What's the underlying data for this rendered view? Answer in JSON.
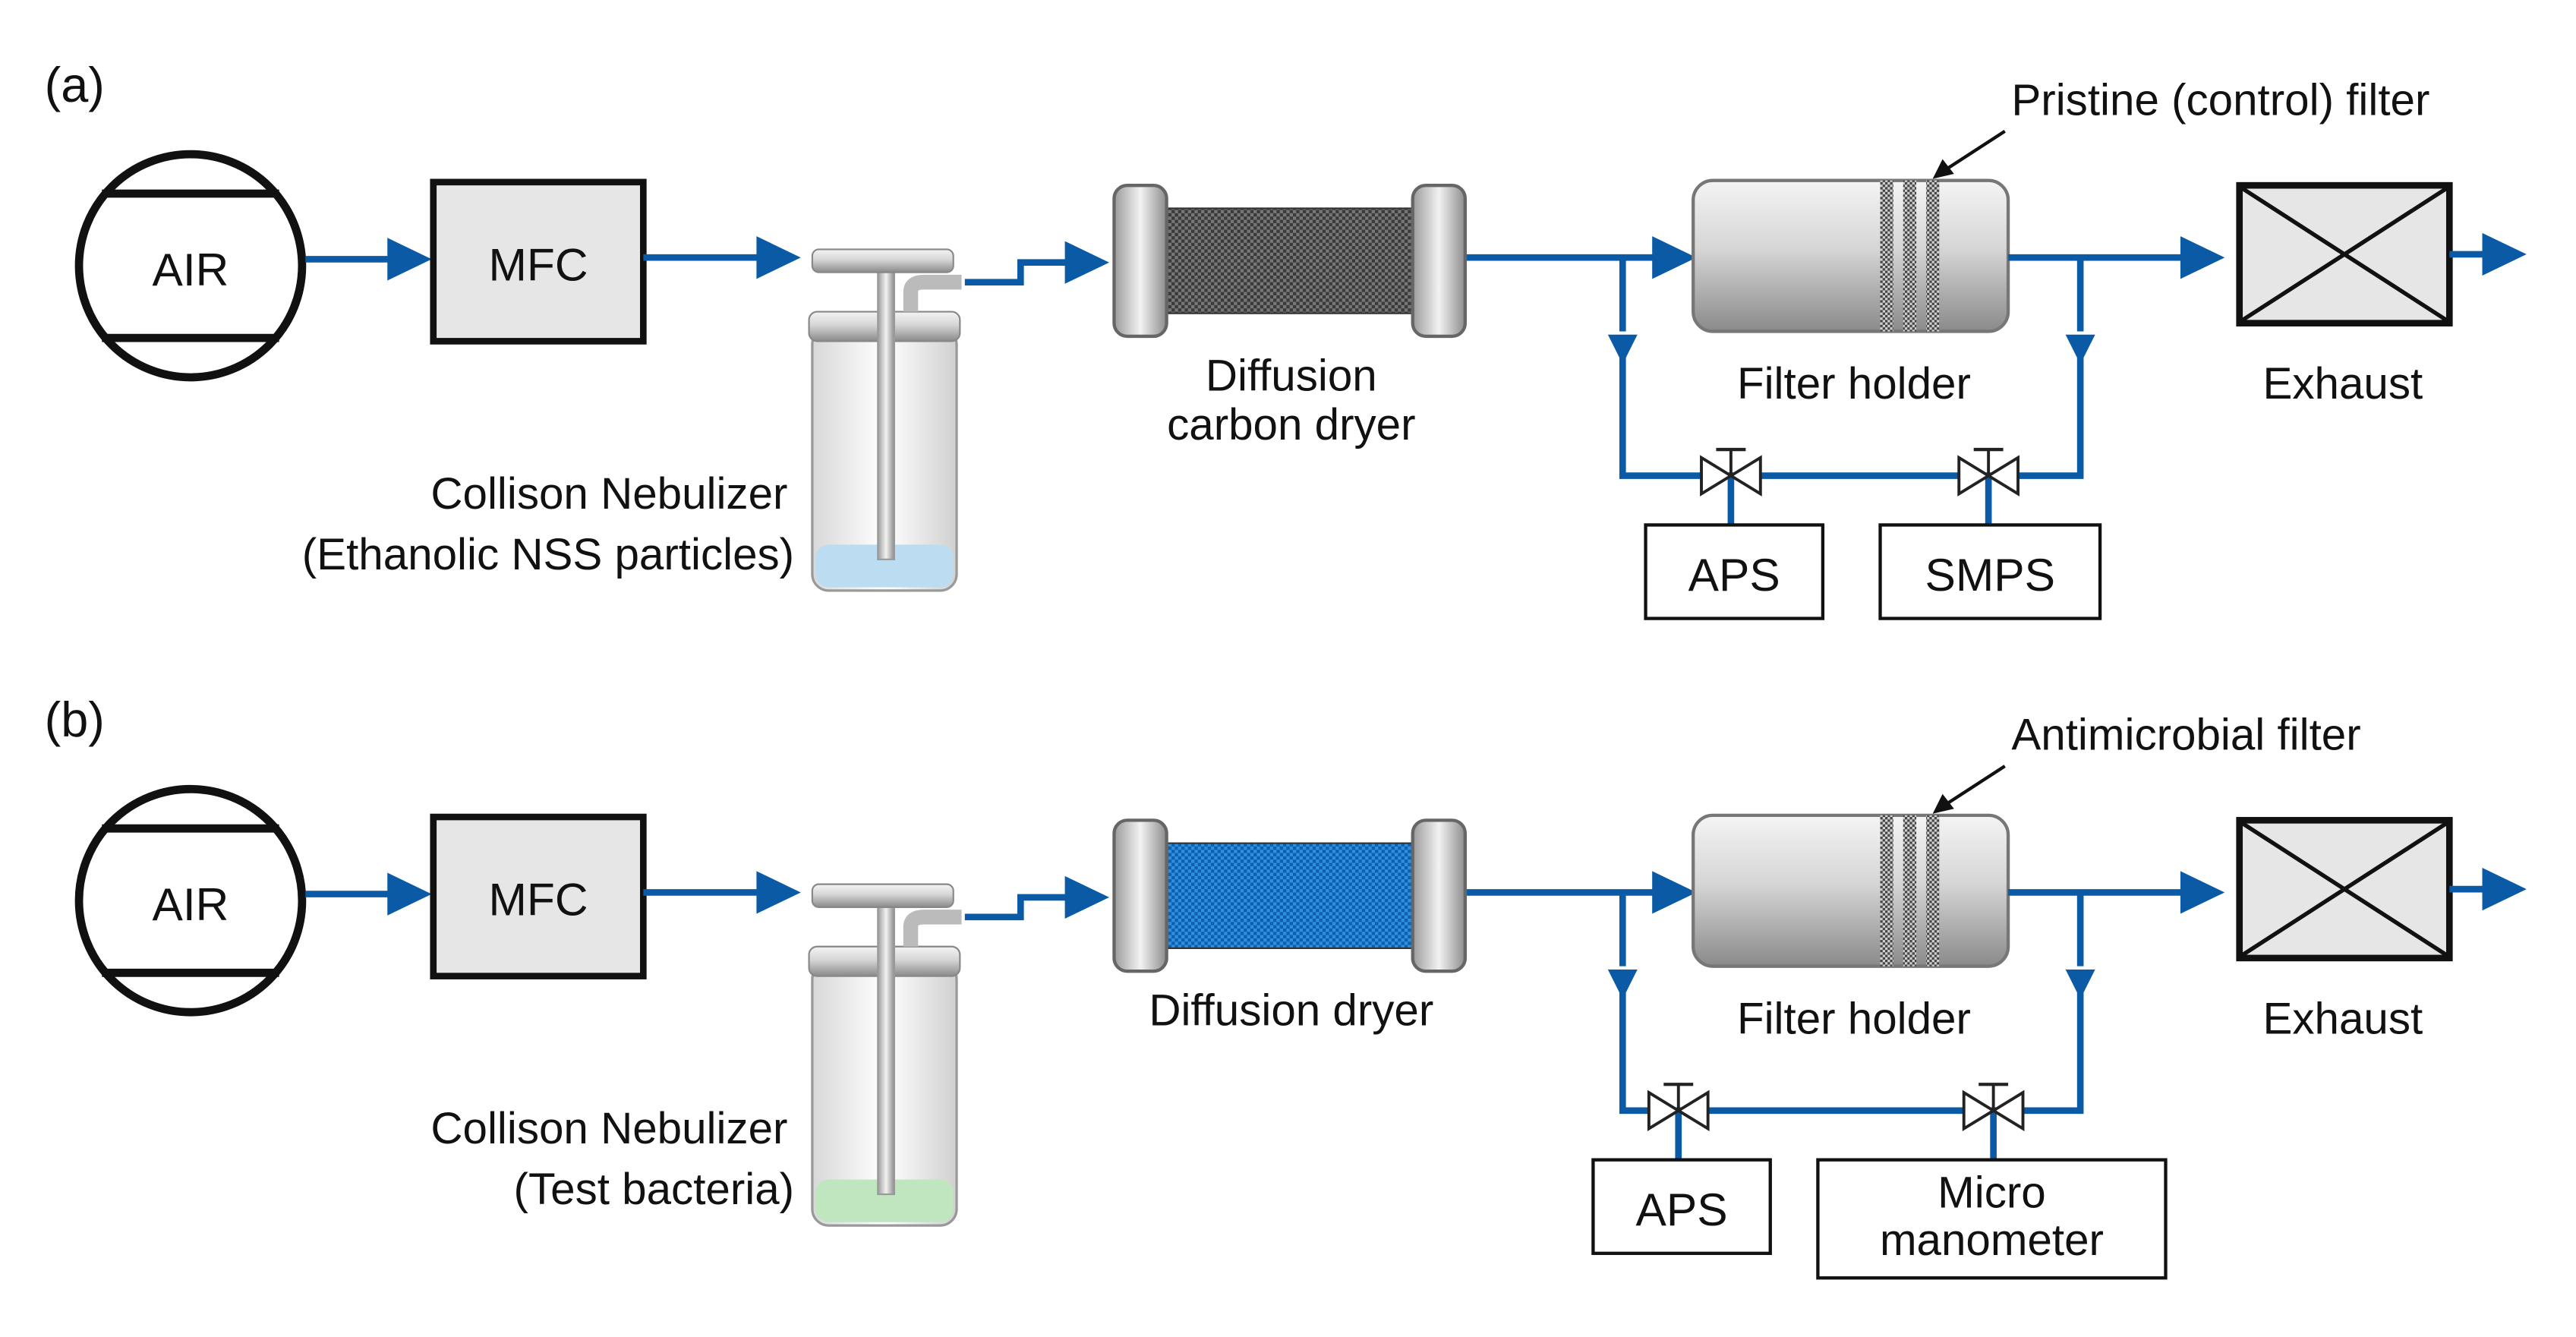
{
  "colors": {
    "pipe": "#0a5aa6",
    "box_fill": "#e6e6e6",
    "box_stroke": "#111111",
    "liquid_a": "#bcdcf1",
    "liquid_b": "#bfe6bf",
    "dryer_a": "#3a3a3a",
    "dryer_b": "#2f8fe0"
  },
  "panels": [
    {
      "label": "(a)",
      "air": "AIR",
      "mfc": "MFC",
      "nebulizer": [
        "Collison Nebulizer",
        "(Ethanolic NSS particles)"
      ],
      "dryer": [
        "Diffusion",
        "carbon dryer"
      ],
      "filter_holder": "Filter holder",
      "filter_callout": "Pristine (control) filter",
      "exhaust": "Exhaust",
      "instrument_left": [
        "APS"
      ],
      "instrument_right": [
        "SMPS"
      ]
    },
    {
      "label": "(b)",
      "air": "AIR",
      "mfc": "MFC",
      "nebulizer": [
        "Collison Nebulizer",
        "(Test bacteria)"
      ],
      "dryer": [
        "Diffusion dryer"
      ],
      "filter_holder": "Filter holder",
      "filter_callout": "Antimicrobial filter",
      "exhaust": "Exhaust",
      "instrument_left": [
        "APS"
      ],
      "instrument_right": [
        "Micro",
        "manometer"
      ]
    }
  ]
}
